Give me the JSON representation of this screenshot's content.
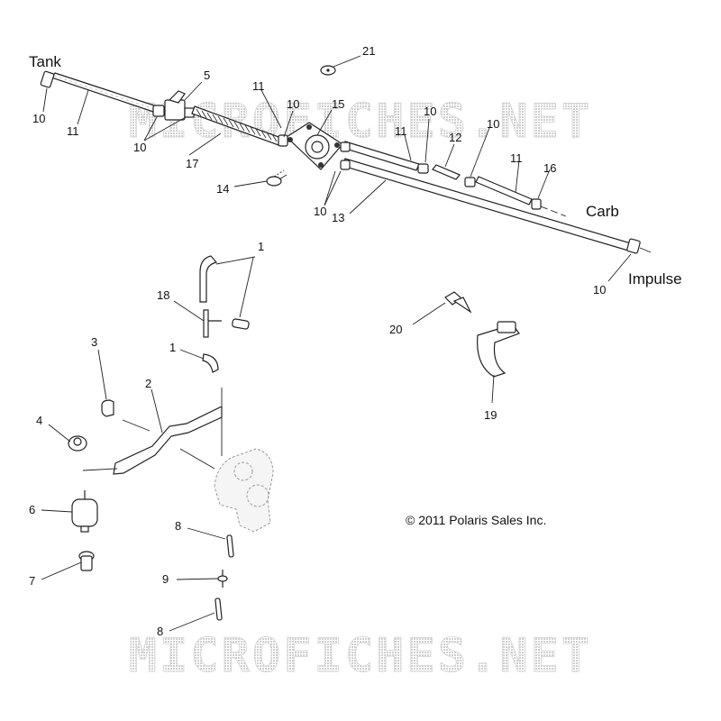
{
  "diagram": {
    "watermark": "MICROFICHES.NET",
    "copyright": "© 2011 Polaris Sales Inc.",
    "labels": {
      "tank": "Tank",
      "carb": "Carb",
      "impulse": "Impulse"
    },
    "callouts": {
      "c21": "21",
      "c5": "5",
      "c11a": "11",
      "c10a": "10",
      "c15": "15",
      "c10tank": "10",
      "c11tank": "11",
      "c10b": "10",
      "c17": "17",
      "c10c": "10",
      "c11b": "11",
      "c12": "12",
      "c10d": "10",
      "c11c": "11",
      "c16": "16",
      "c14": "14",
      "c10e": "10",
      "c13": "13",
      "c10f": "10",
      "c1a": "1",
      "c18": "18",
      "c20": "20",
      "c19": "19",
      "c3": "3",
      "c1b": "1",
      "c2": "2",
      "c4": "4",
      "c6": "6",
      "c7": "7",
      "c8a": "8",
      "c9": "9",
      "c8b": "8"
    }
  }
}
